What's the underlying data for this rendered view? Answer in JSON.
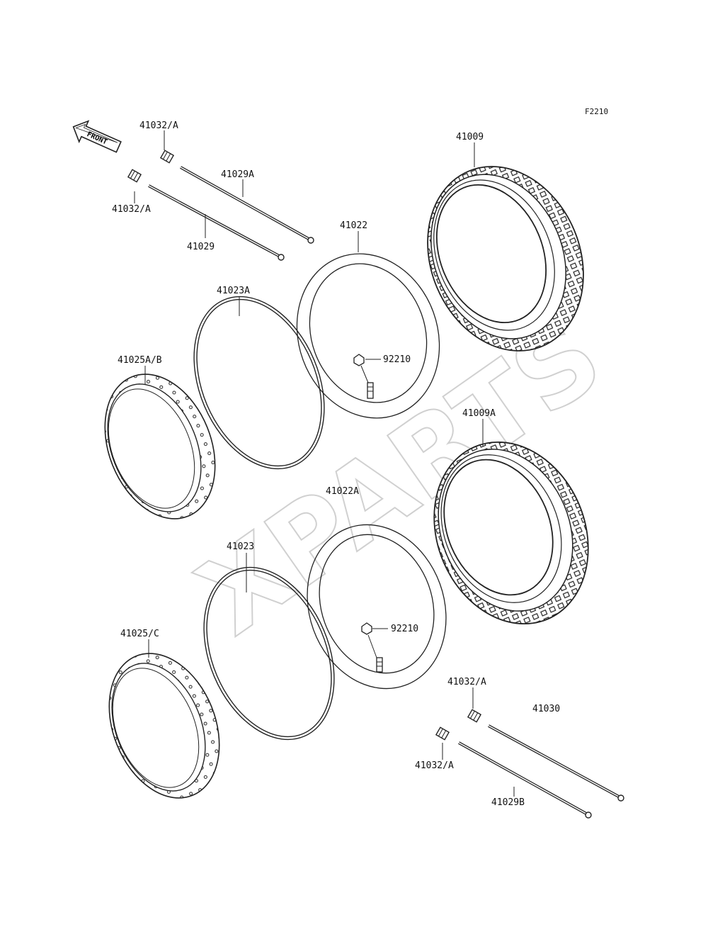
{
  "figure_code": "F2210",
  "front_arrow_text": "FRONT",
  "watermark": "XPARTS",
  "parts": [
    {
      "id": "p1",
      "label": "41032/A"
    },
    {
      "id": "p2",
      "label": "41032/A"
    },
    {
      "id": "p3",
      "label": "41029A"
    },
    {
      "id": "p4",
      "label": "41029"
    },
    {
      "id": "p5",
      "label": "41022"
    },
    {
      "id": "p6",
      "label": "41009"
    },
    {
      "id": "p7",
      "label": "41023A"
    },
    {
      "id": "p8",
      "label": "41025A/B"
    },
    {
      "id": "p9",
      "label": "92210"
    },
    {
      "id": "p10",
      "label": "41009A"
    },
    {
      "id": "p11",
      "label": "41022A"
    },
    {
      "id": "p12",
      "label": "41023"
    },
    {
      "id": "p13",
      "label": "92210"
    },
    {
      "id": "p14",
      "label": "41025/C"
    },
    {
      "id": "p15",
      "label": "41032/A"
    },
    {
      "id": "p16",
      "label": "41030"
    },
    {
      "id": "p17",
      "label": "41032/A"
    },
    {
      "id": "p18",
      "label": "41029B"
    }
  ]
}
